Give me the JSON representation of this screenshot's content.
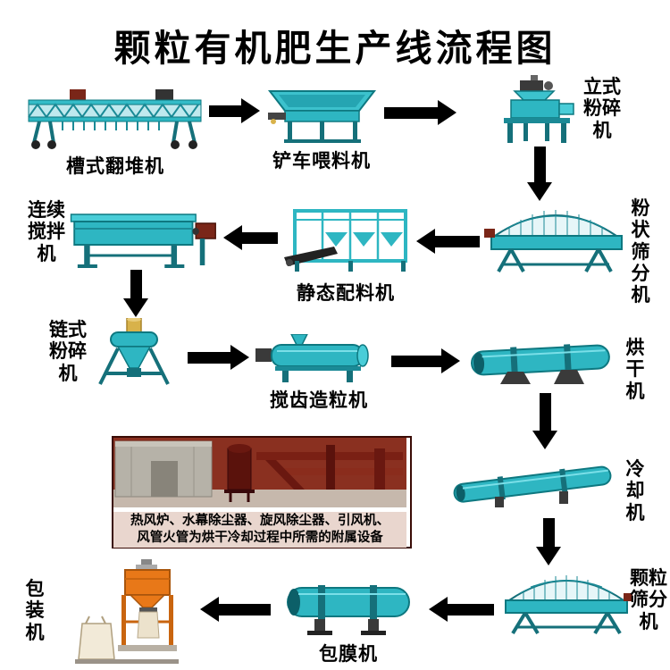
{
  "title": "颗粒有机肥生产线流程图",
  "machines": {
    "trough_turner": {
      "label": "槽式翻堆机"
    },
    "loader_feeder": {
      "label": "铲车喂料机"
    },
    "vertical_crusher": {
      "label": "立式粉碎机"
    },
    "powder_screener": {
      "label": "粉状筛分机"
    },
    "static_batcher": {
      "label": "静态配料机"
    },
    "continuous_mixer": {
      "label": "连续搅拌机"
    },
    "chain_crusher": {
      "label": "链式粉碎机"
    },
    "tooth_granulator": {
      "label": "搅齿造粒机"
    },
    "dryer": {
      "label": "烘干机"
    },
    "cooler": {
      "label": "冷却机"
    },
    "granule_screener": {
      "label": "颗粒筛分机"
    },
    "coating_machine": {
      "label": "包膜机"
    },
    "packing_machine": {
      "label": "包装机"
    }
  },
  "flow_sequence": [
    "槽式翻堆机",
    "铲车喂料机",
    "立式粉碎机",
    "粉状筛分机",
    "静态配料机",
    "连续搅拌机",
    "链式粉碎机",
    "搅齿造粒机",
    "烘干机",
    "冷却机",
    "颗粒筛分机",
    "包膜机",
    "包装机"
  ],
  "auxiliary_note": {
    "line1": "热风炉、水幕除尘器、旋风除尘器、引风机、",
    "line2": "风管火管为烘干冷却过程中所需的附属设备"
  },
  "colors": {
    "machine_teal": "#2eb6c2",
    "machine_teal_dark": "#15707a",
    "arrow_black": "#000000",
    "packer_orange": "#e87818",
    "photo_red": "#8a3020",
    "caption_bg": "#e9d6ce"
  }
}
